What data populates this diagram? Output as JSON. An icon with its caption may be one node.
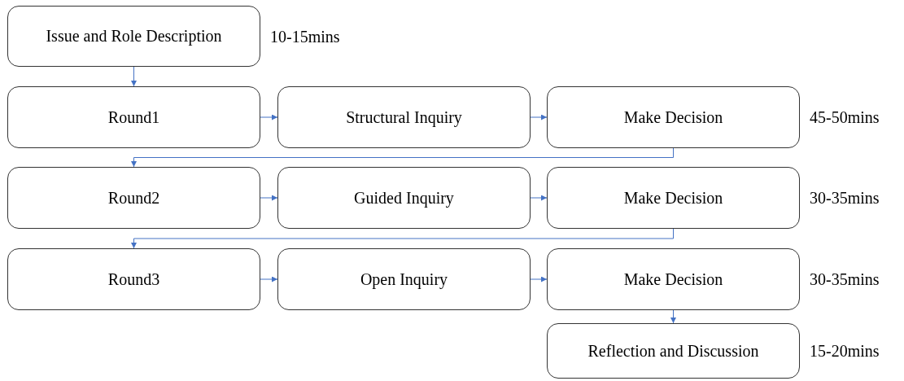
{
  "diagram": {
    "nodes": [
      {
        "text": [
          "Issue and Role Description"
        ],
        "beside": [
          "10-15mins"
        ]
      },
      {
        "text": [
          "Round1"
        ]
      },
      {
        "text": [
          "Structural Inquiry"
        ]
      },
      {
        "text": [
          "Make Decision"
        ],
        "beside": [
          "45-50mins"
        ]
      },
      {
        "text": [
          "Round2"
        ]
      },
      {
        "text": [
          "Guided Inquiry"
        ]
      },
      {
        "text": [
          "Make Decision"
        ],
        "beside": [
          "30-35mins"
        ]
      },
      {
        "text": [
          "Round3"
        ]
      },
      {
        "text": [
          "Open Inquiry"
        ]
      },
      {
        "text": [
          "Make Decision"
        ],
        "beside": [
          "30-35mins"
        ]
      },
      {
        "text": [
          "Reflection and Discussion"
        ],
        "beside": [
          "15-20mins"
        ]
      }
    ],
    "edges": [
      {
        "from": 0,
        "to": 1,
        "arrow": "to"
      },
      {
        "from": 1,
        "to": 2,
        "arrow": "to"
      },
      {
        "from": 2,
        "to": 3,
        "arrow": "to"
      },
      {
        "from": 3,
        "to": 4,
        "arrow": "to"
      },
      {
        "from": 4,
        "to": 5,
        "arrow": "to"
      },
      {
        "from": 5,
        "to": 6,
        "arrow": "to"
      },
      {
        "from": 6,
        "to": 7,
        "arrow": "to"
      },
      {
        "from": 7,
        "to": 8,
        "arrow": "to"
      },
      {
        "from": 8,
        "to": 9,
        "arrow": "to"
      },
      {
        "from": 9,
        "to": 10,
        "arrow": "to"
      }
    ]
  }
}
